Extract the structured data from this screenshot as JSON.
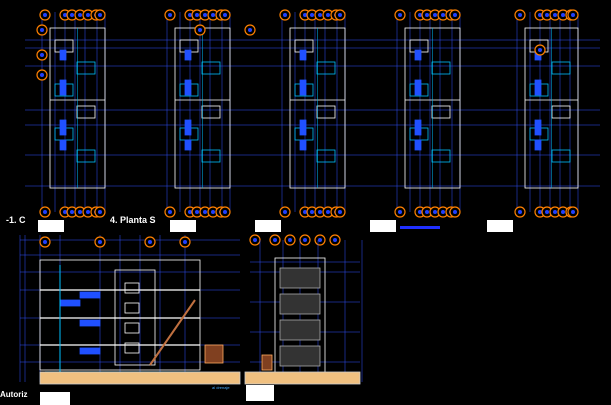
{
  "drawing": {
    "labels": {
      "plan_1": "-1. C",
      "plan_4": "4. Planta S",
      "footer": "Autoriz",
      "drainage": "al drenaje"
    },
    "colors": {
      "background": "#000000",
      "grid": "#3050ff",
      "bubble": "#ff8000",
      "wall": "#ffffff",
      "pipe": "#00c0ff",
      "soil": "#f0c080"
    }
  }
}
